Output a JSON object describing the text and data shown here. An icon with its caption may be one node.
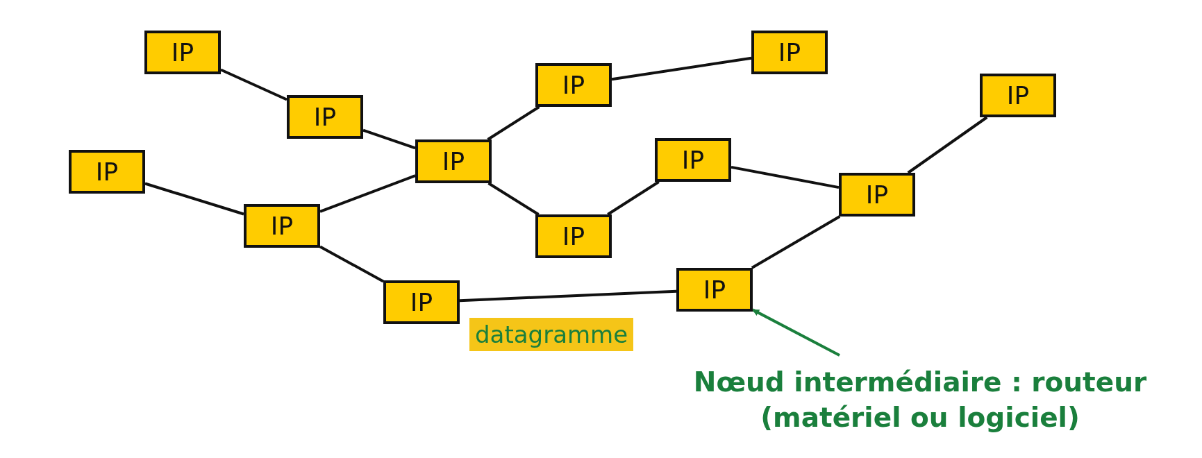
{
  "diagram": {
    "nodes": [
      {
        "text": [
          "IP"
        ]
      },
      {
        "text": [
          "IP"
        ]
      },
      {
        "text": [
          "IP"
        ]
      },
      {
        "text": [
          "IP"
        ]
      },
      {
        "text": [
          "IP"
        ]
      },
      {
        "text": [
          "IP"
        ]
      },
      {
        "text": [
          "IP"
        ]
      },
      {
        "text": [
          "IP"
        ]
      },
      {
        "text": [
          "IP"
        ]
      },
      {
        "text": [
          "IP"
        ]
      },
      {
        "text": [
          "IP"
        ]
      },
      {
        "text": [
          "IP"
        ]
      },
      {
        "text": [
          "IP"
        ]
      },
      {
        "text": [
          "Nœud intermédiaire : routeur (matériel ou logiciel)"
        ]
      }
    ],
    "edges": [
      {
        "from": 0,
        "to": 4,
        "arrow": "none"
      },
      {
        "from": 4,
        "to": 6,
        "arrow": "none"
      },
      {
        "from": 6,
        "to": 2,
        "arrow": "none"
      },
      {
        "from": 2,
        "to": 1,
        "arrow": "none"
      },
      {
        "from": 6,
        "to": 10,
        "arrow": "none"
      },
      {
        "from": 10,
        "to": 7,
        "arrow": "none"
      },
      {
        "from": 7,
        "to": 8,
        "arrow": "none"
      },
      {
        "from": 8,
        "to": 3,
        "arrow": "none"
      },
      {
        "from": 5,
        "to": 9,
        "arrow": "none"
      },
      {
        "from": 9,
        "to": 6,
        "arrow": "none"
      },
      {
        "from": 9,
        "to": 12,
        "arrow": "none"
      },
      {
        "from": 12,
        "to": 11,
        "arrow": "none"
      },
      {
        "from": 11,
        "to": 8,
        "arrow": "none"
      },
      {
        "from": 13,
        "to": 11,
        "arrow": "to",
        "color": "#1a7f3c"
      }
    ],
    "labels": [
      "datagramme"
    ]
  }
}
